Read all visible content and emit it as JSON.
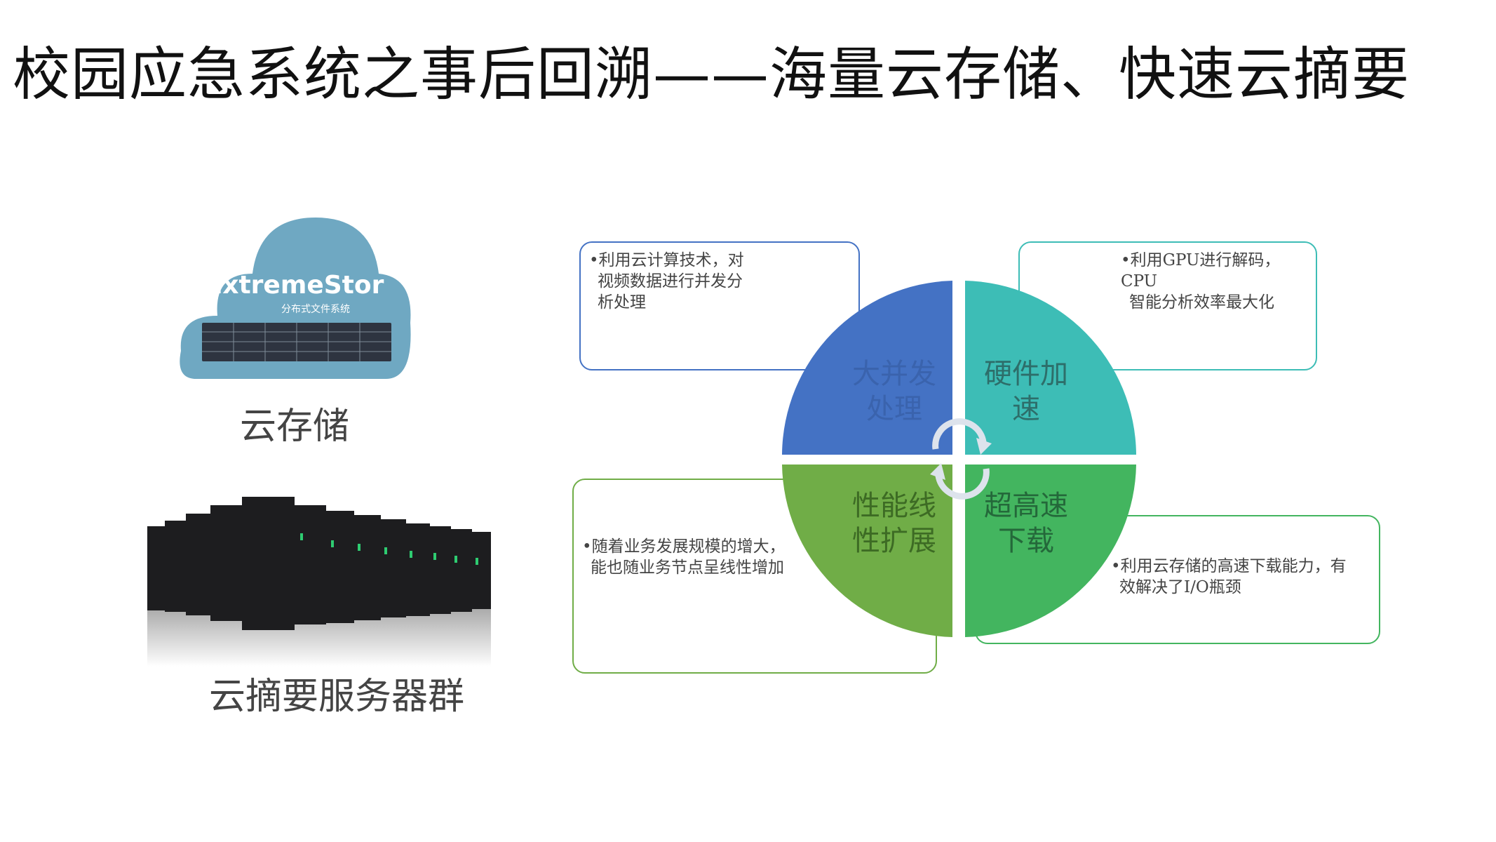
{
  "slide": {
    "title": "校园应急系统之事后回溯——海量云存储、快速云摘要"
  },
  "left": {
    "cloud_logo_main": "ExtremeStor",
    "cloud_logo_sub": "分布式文件系统",
    "cloud_caption": "云存储",
    "server_caption": "云摘要服务器群"
  },
  "diagram": {
    "quadrants": [
      {
        "label_line1": "大并发",
        "label_line2": "处理",
        "color": "#4472C4"
      },
      {
        "label_line1": "硬件加",
        "label_line2": "速",
        "color": "#3DBDB6"
      },
      {
        "label_line1": "性能线",
        "label_line2": "性扩展",
        "color": "#70AD47"
      },
      {
        "label_line1": "超高速",
        "label_line2": "下载",
        "color": "#43B55F"
      }
    ],
    "callouts": [
      {
        "line1": "•利用云计算技术，对",
        "line2": "视频数据进行并发分",
        "line3": "析处理",
        "border": "#4472C4"
      },
      {
        "line1": "•利用GPU进行解码，CPU",
        "line2": "智能分析效率最大化",
        "border": "#3DBDB6"
      },
      {
        "line1": "•随着业务发展规模的增大，",
        "line2": "能也随业务节点呈线性增加",
        "border": "#70AD47"
      },
      {
        "line1": "•利用云存储的高速下载能力，有",
        "line2": "效解决了I/O瓶颈",
        "border": "#43B55F"
      }
    ]
  }
}
